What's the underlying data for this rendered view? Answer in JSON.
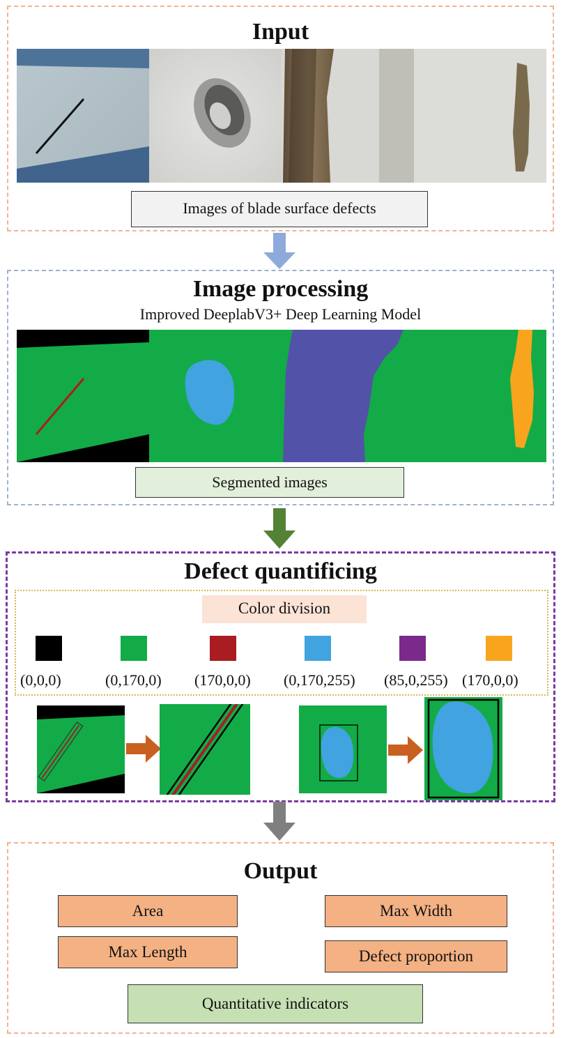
{
  "input": {
    "title": "Input",
    "caption": "Images of blade surface defects"
  },
  "processing": {
    "title": "Image processing",
    "subtitle": "Improved DeeplabV3+ Deep Learning Model",
    "caption": "Segmented images"
  },
  "quantifying": {
    "title": "Defect quantificing",
    "color_division_label": "Color division",
    "colors": [
      {
        "swatch": "#000000",
        "rgb": "(0,0,0)"
      },
      {
        "swatch": "#13ab47",
        "rgb": "(0,170,0)"
      },
      {
        "swatch": "#a81c22",
        "rgb": "(170,0,0)"
      },
      {
        "swatch": "#41a3e0",
        "rgb": "(0,170,255)"
      },
      {
        "swatch": "#7b2a8c",
        "rgb": "(85,0,255)"
      },
      {
        "swatch": "#f8a51d",
        "rgb": "(170,0,0)"
      }
    ]
  },
  "output": {
    "title": "Output",
    "indicators": [
      "Area",
      "Max Width",
      "Max Length",
      "Defect proportion"
    ],
    "caption": "Quantitative indicators"
  },
  "colors": {
    "segment_green": "#13ab47",
    "arrow_orange": "#c9601f",
    "out_box_fill": "#f4b183",
    "quant_box_fill": "#c6e0b4"
  }
}
